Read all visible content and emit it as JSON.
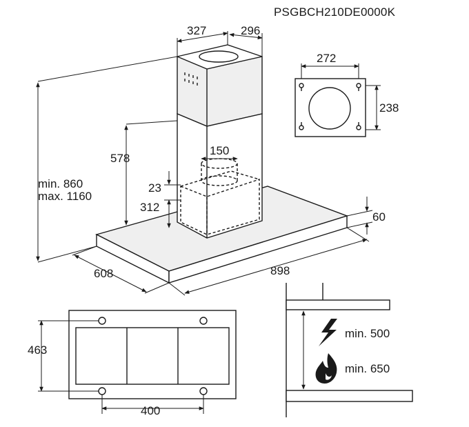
{
  "model": "PSGBCH210DE0000K",
  "dims": {
    "chimney_width": "327",
    "chimney_depth": "296",
    "flange_width": "272",
    "flange_height": "238",
    "chimney_height": "578",
    "duct_diameter": "150",
    "duct_offset": "23",
    "motor_height": "312",
    "height_min": "min. 860",
    "height_max": "max. 1160",
    "canopy_thickness": "60",
    "canopy_depth": "608",
    "canopy_width": "898",
    "bracket_depth": "463",
    "bracket_spacing": "400"
  },
  "clearance": {
    "electric": "min. 500",
    "gas": "min. 650"
  }
}
